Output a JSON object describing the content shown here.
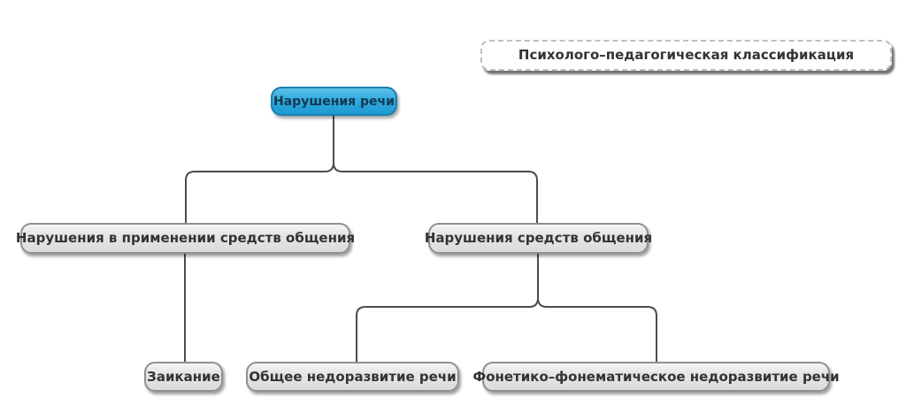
{
  "diagram": {
    "title": "Психолого–педагогическая классификация",
    "nodes": {
      "root": {
        "label": "Нарушения речи"
      },
      "use_of_means": {
        "label": "Нарушения в применении средств общения"
      },
      "means": {
        "label": "Нарушения средств общения"
      },
      "stuttering": {
        "label": "Заикание"
      },
      "general_underdev": {
        "label": "Общее недоразвитие речи"
      },
      "phonetic_phonemic": {
        "label": "Фонетико–фонематическое недоразвитие речи"
      }
    },
    "edges": [
      {
        "from": "root",
        "to": "use_of_means"
      },
      {
        "from": "root",
        "to": "means"
      },
      {
        "from": "use_of_means",
        "to": "stuttering"
      },
      {
        "from": "means",
        "to": "general_underdev"
      },
      {
        "from": "means",
        "to": "phonetic_phonemic"
      }
    ],
    "colors": {
      "root_fill": "#2fa9de",
      "root_border": "#1b7fae",
      "root_text": "#16384f",
      "node_fill": "#e3e3e3",
      "node_border": "#8f8f8f",
      "text": "#333333",
      "line": "#4d4d4d",
      "background": "#ffffff"
    }
  }
}
